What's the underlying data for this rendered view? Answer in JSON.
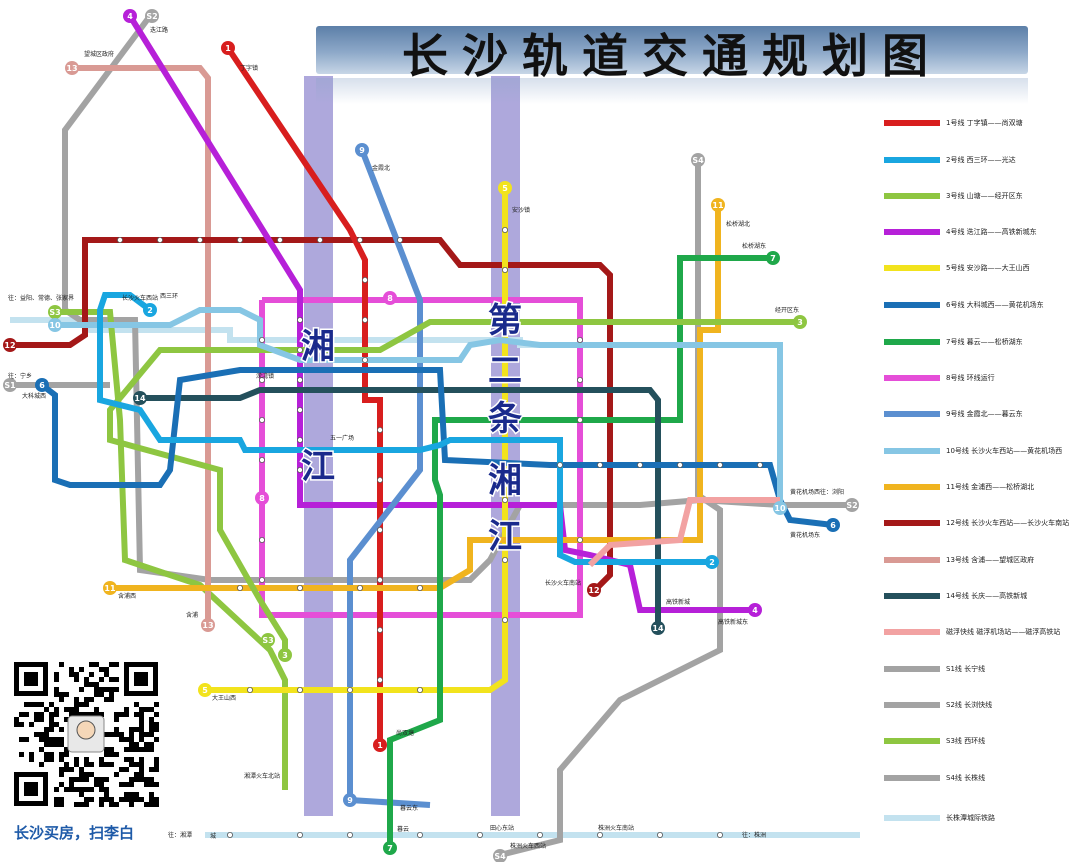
{
  "title": "长沙轨道交通规划图",
  "river_labels": {
    "xiangjiang": [
      "湘",
      "江"
    ],
    "second_xiangjiang": [
      "第",
      "二",
      "条",
      "湘",
      "江"
    ]
  },
  "qr_caption": "长沙买房，扫李白",
  "legend": [
    {
      "label": "1号线 丁字镇——尚双塘",
      "color": "#d81e1e"
    },
    {
      "label": "2号线 西三环——光达",
      "color": "#19a6e0"
    },
    {
      "label": "3号线 山塘——经开区东",
      "color": "#8ec641"
    },
    {
      "label": "4号线 迭江路——高铁新城东",
      "color": "#b620d8"
    },
    {
      "label": "5号线 安沙路——大王山西",
      "color": "#f2e31d"
    },
    {
      "label": "6号线 大科城西——黄花机场东",
      "color": "#1a6fb5"
    },
    {
      "label": "7号线 暮云——松桥湖东",
      "color": "#1fa84a"
    },
    {
      "label": "8号线 环线运行",
      "color": "#e54ed8"
    },
    {
      "label": "9号线 金霞北——暮云东",
      "color": "#5b8fd0"
    },
    {
      "label": "10号线 长沙火车西站——黄花机场西",
      "color": "#86c6e4"
    },
    {
      "label": "11号线 金浦西——松桥湖北",
      "color": "#f0b41f"
    },
    {
      "label": "12号线 长沙火车西站——长沙火车南站",
      "color": "#a41818"
    },
    {
      "label": "13号线 含浦——望城区政府",
      "color": "#d99a94"
    },
    {
      "label": "14号线 长庆——高铁新城",
      "color": "#24505c"
    },
    {
      "label": "磁浮快线 磁浮机场站——磁浮高铁站",
      "color": "#f2a2a2"
    },
    {
      "label": "S1线 长宁线",
      "color": "#a3a3a3"
    },
    {
      "label": "S2线 长浏快线",
      "color": "#a3a3a3"
    },
    {
      "label": "S3线 西环线",
      "color": "#8ec641"
    },
    {
      "label": "S4线 长株线",
      "color": "#a3a3a3"
    },
    {
      "label": "长株潭城际铁路",
      "color": "#c3e2ef"
    }
  ],
  "terminal_badges": [
    {
      "text": "4",
      "color": "#b620d8"
    },
    {
      "text": "S2",
      "color": "#a3a3a3"
    },
    {
      "text": "1",
      "color": "#d81e1e"
    },
    {
      "text": "13",
      "color": "#d99a94"
    },
    {
      "text": "9",
      "color": "#5b8fd0"
    },
    {
      "text": "5",
      "color": "#f2e31d"
    },
    {
      "text": "S4",
      "color": "#a3a3a3"
    },
    {
      "text": "11",
      "color": "#f0b41f"
    },
    {
      "text": "7",
      "color": "#1fa84a"
    },
    {
      "text": "3",
      "color": "#8ec641"
    },
    {
      "text": "12",
      "color": "#a41818"
    },
    {
      "text": "S3",
      "color": "#8ec641"
    },
    {
      "text": "10",
      "color": "#86c6e4"
    },
    {
      "text": "2",
      "color": "#19a6e0"
    },
    {
      "text": "S1",
      "color": "#a3a3a3"
    },
    {
      "text": "14",
      "color": "#24505c"
    },
    {
      "text": "8",
      "color": "#e54ed8"
    },
    {
      "text": "6",
      "color": "#1a6fb5"
    },
    {
      "text": "11",
      "color": "#f0b41f"
    },
    {
      "text": "13",
      "color": "#d99a94"
    },
    {
      "text": "3",
      "color": "#8ec641"
    },
    {
      "text": "S3",
      "color": "#8ec641"
    },
    {
      "text": "5",
      "color": "#f2e31d"
    },
    {
      "text": "1",
      "color": "#d81e1e"
    },
    {
      "text": "7",
      "color": "#1fa84a"
    },
    {
      "text": "S4",
      "color": "#a3a3a3"
    },
    {
      "text": "4",
      "color": "#b620d8"
    },
    {
      "text": "14",
      "color": "#24505c"
    },
    {
      "text": "12",
      "color": "#a41818"
    },
    {
      "text": "2",
      "color": "#19a6e0"
    },
    {
      "text": "6",
      "color": "#1a6fb5"
    },
    {
      "text": "S2",
      "color": "#a3a3a3"
    },
    {
      "text": "10",
      "color": "#86c6e4"
    },
    {
      "text": "8",
      "color": "#e54ed8"
    },
    {
      "text": "9",
      "color": "#5b8fd0"
    }
  ],
  "station_labels": [
    "迭江路",
    "望城区政府",
    "丁字镇",
    "金霞北",
    "安沙镇",
    "松桥湖北",
    "松桥湖东",
    "经开区东",
    "大科城西",
    "西三环",
    "长沙火车西站",
    "溁湾镇",
    "五一广场",
    "长沙火车南站",
    "黄花机场西",
    "黄花机场东",
    "高铁新城",
    "高铁新城东",
    "含浦西",
    "含浦",
    "大王山西",
    "湘潭火车北站",
    "尚双塘",
    "暮云东",
    "暮云",
    "株洲火车西站",
    "株洲火车南站",
    "田心东站",
    "往：宁乡",
    "往：益阳、常德、张家界",
    "往：浏阳",
    "往：湘潭",
    "往：株洲",
    "城"
  ]
}
